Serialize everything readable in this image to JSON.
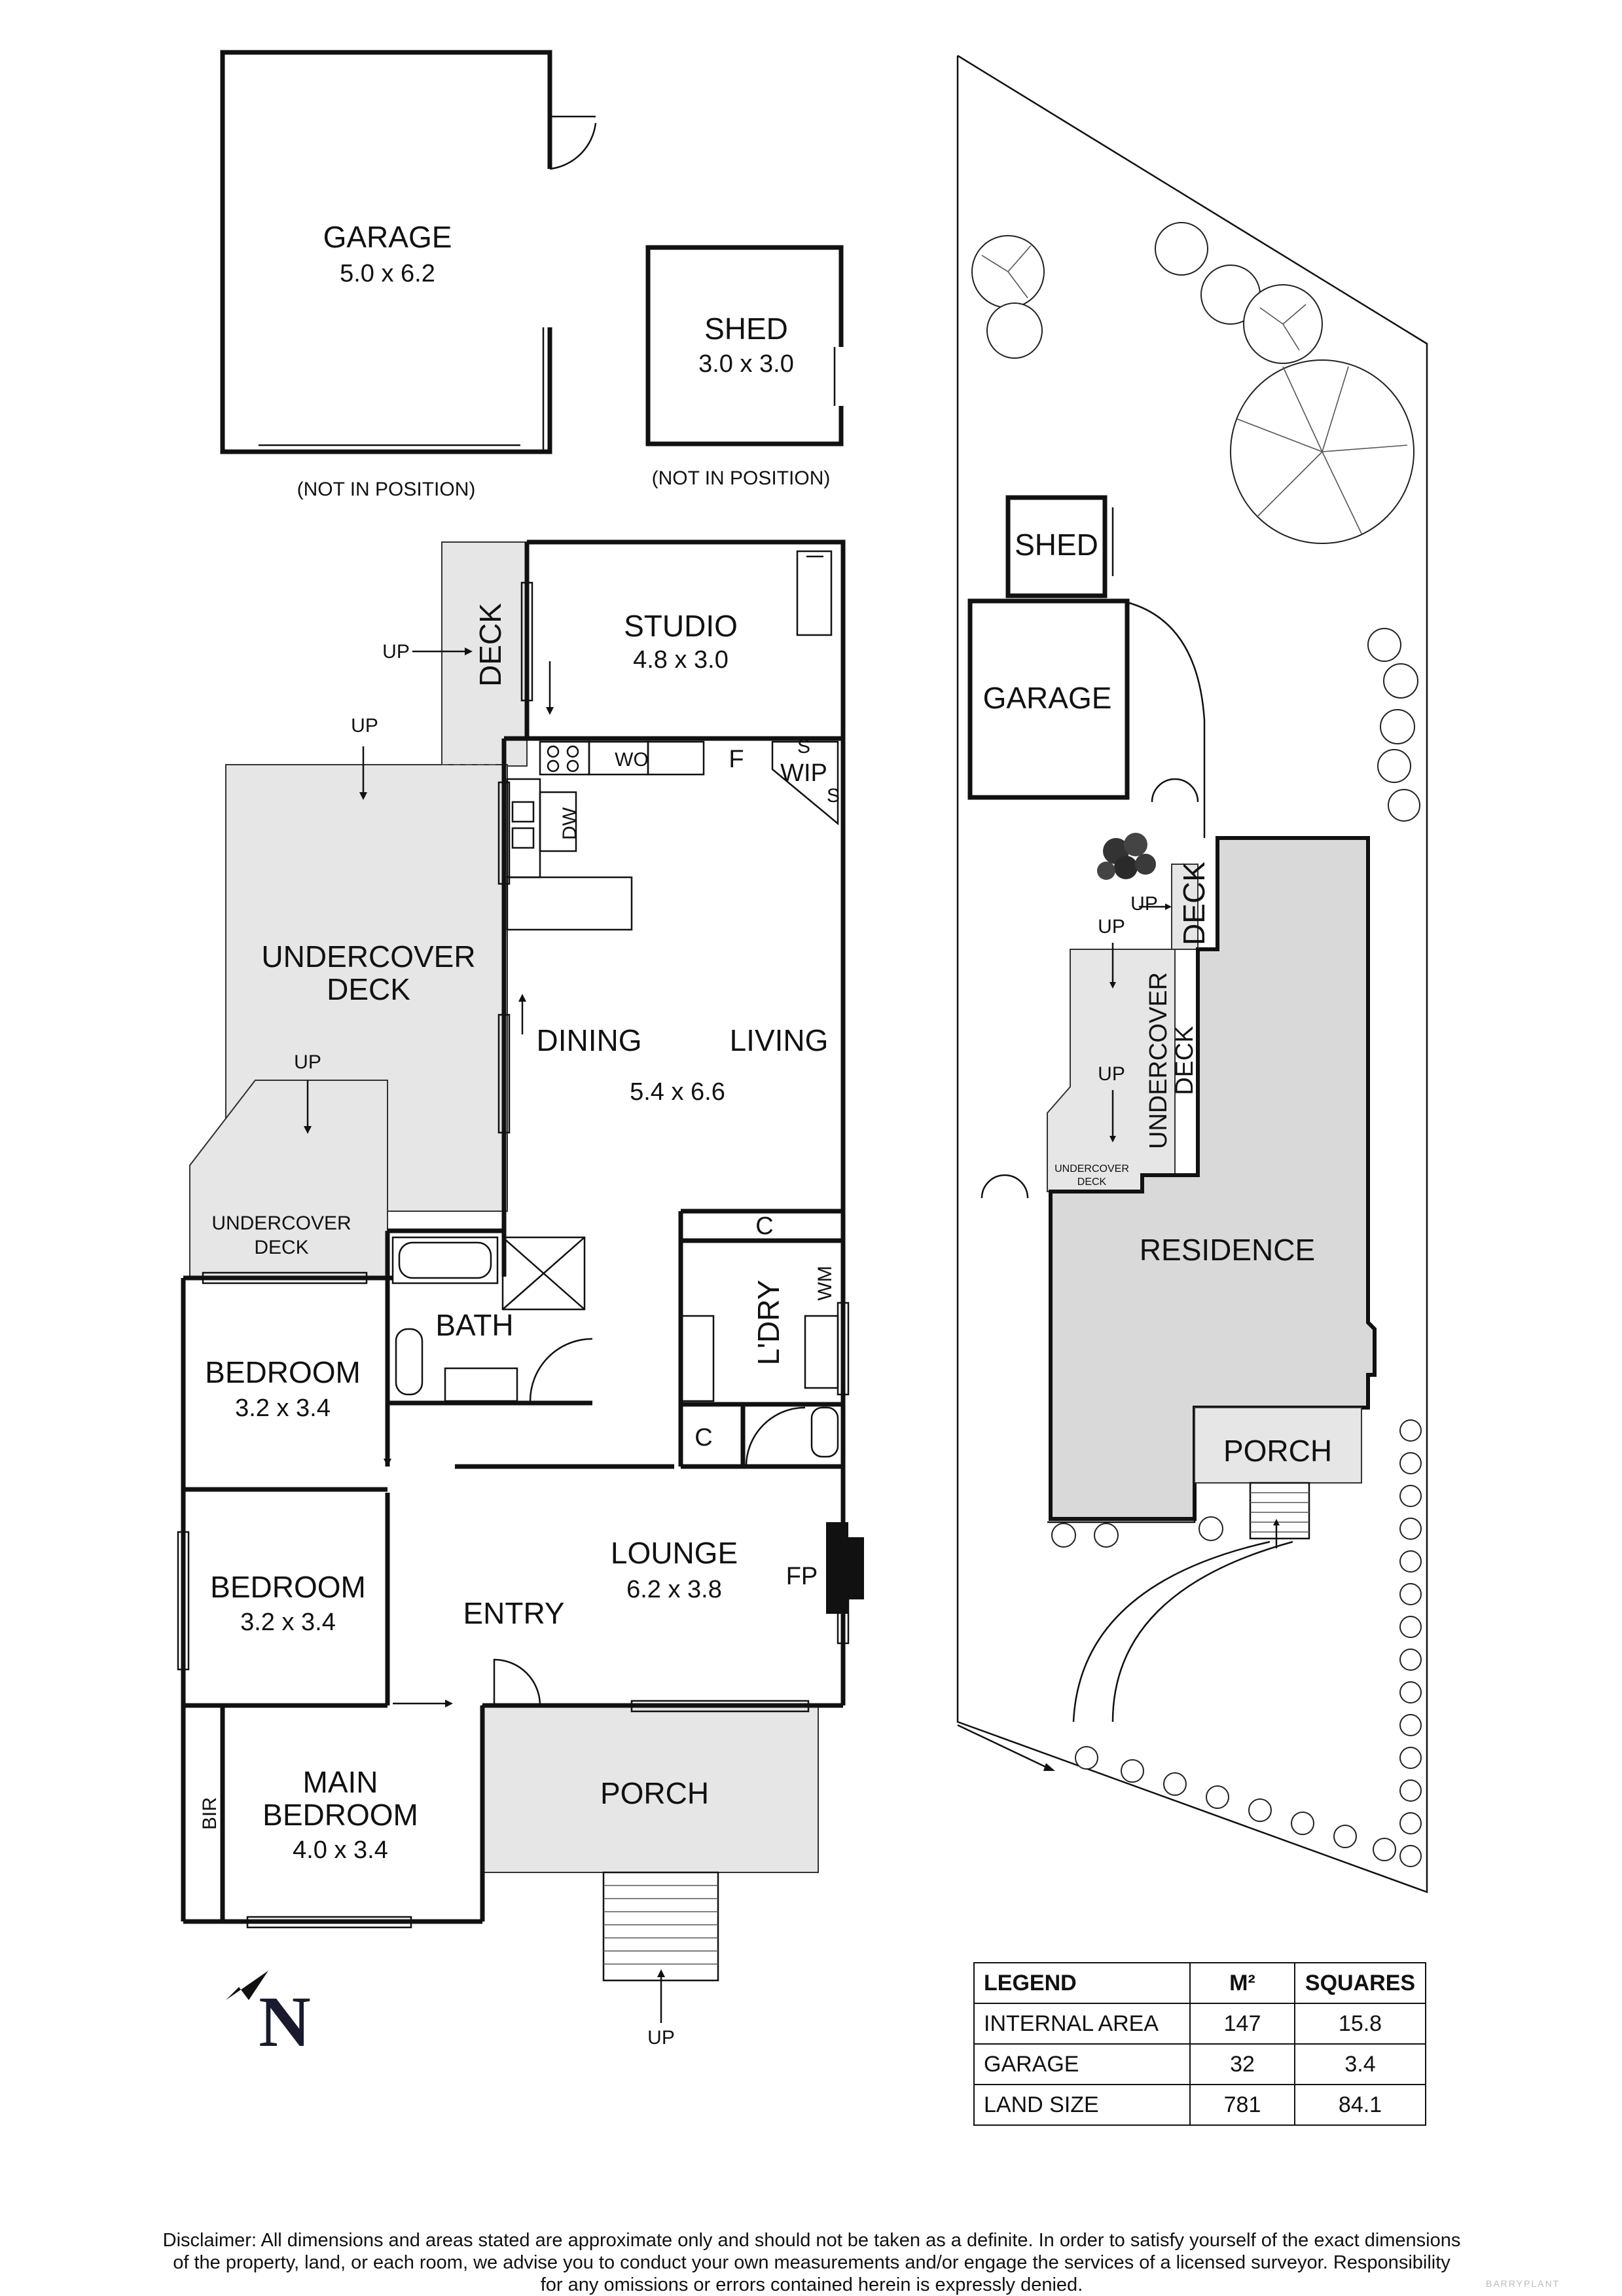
{
  "rooms": {
    "garage_top": {
      "name": "GARAGE",
      "dims": "5.0 x 6.2",
      "note": "(NOT IN POSITION)"
    },
    "shed_top": {
      "name": "SHED",
      "dims": "3.0 x 3.0",
      "note": "(NOT IN POSITION)"
    },
    "studio": {
      "name": "STUDIO",
      "dims": "4.8 x 3.0"
    },
    "deck": {
      "name": "DECK"
    },
    "undercover_deck_main": {
      "line1": "UNDERCOVER",
      "line2": "DECK"
    },
    "undercover_deck_small": {
      "line1": "UNDERCOVER",
      "line2": "DECK"
    },
    "dining": {
      "name": "DINING"
    },
    "living": {
      "name": "LIVING",
      "dims": "5.4 x 6.6"
    },
    "bath": {
      "name": "BATH"
    },
    "laundry": {
      "name": "L'DRY"
    },
    "bedroom1": {
      "name": "BEDROOM",
      "dims": "3.2 x 3.4"
    },
    "bedroom2": {
      "name": "BEDROOM",
      "dims": "3.2 x 3.4"
    },
    "main_bedroom": {
      "line1": "MAIN",
      "line2": "BEDROOM",
      "dims": "4.0 x 3.4"
    },
    "lounge": {
      "name": "LOUNGE",
      "dims": "6.2 x 3.8"
    },
    "entry": {
      "name": "ENTRY"
    },
    "porch": {
      "name": "PORCH"
    }
  },
  "fixtures": {
    "wo": "WO",
    "f": "F",
    "s1": "S",
    "s2": "S",
    "wip": "WIP",
    "dw": "DW",
    "c1": "C",
    "c2": "C",
    "wm": "WM",
    "fp": "FP",
    "bir": "BIR"
  },
  "up_labels": [
    "UP",
    "UP",
    "UP",
    "UP",
    "UP",
    "UP",
    "UP"
  ],
  "site": {
    "shed": "SHED",
    "garage": "GARAGE",
    "deck": "DECK",
    "undercover_deck": {
      "line1": "UNDERCOVER",
      "line2": "DECK"
    },
    "undercover_deck_small": {
      "line1": "UNDERCOVER",
      "line2": "DECK"
    },
    "residence": "RESIDENCE",
    "porch": "PORCH"
  },
  "north": "N",
  "legend": {
    "headers": [
      "LEGEND",
      "M²",
      "SQUARES"
    ],
    "rows": [
      {
        "label": "INTERNAL AREA",
        "m2": "147",
        "squares": "15.8"
      },
      {
        "label": "GARAGE",
        "m2": "32",
        "squares": "3.4"
      },
      {
        "label": "LAND SIZE",
        "m2": "781",
        "squares": "84.1"
      }
    ]
  },
  "disclaimer": [
    "Disclaimer: All dimensions and areas stated are approximate only and should not be taken as a definite. In order to satisfy yourself of the exact dimensions",
    "of the property, land, or each room, we advise you to conduct your own measurements and/or engage the services of a licensed surveyor. Responsibility",
    "for any omissions or errors contained herein is expressly denied."
  ],
  "watermark": "BARRYPLANT"
}
